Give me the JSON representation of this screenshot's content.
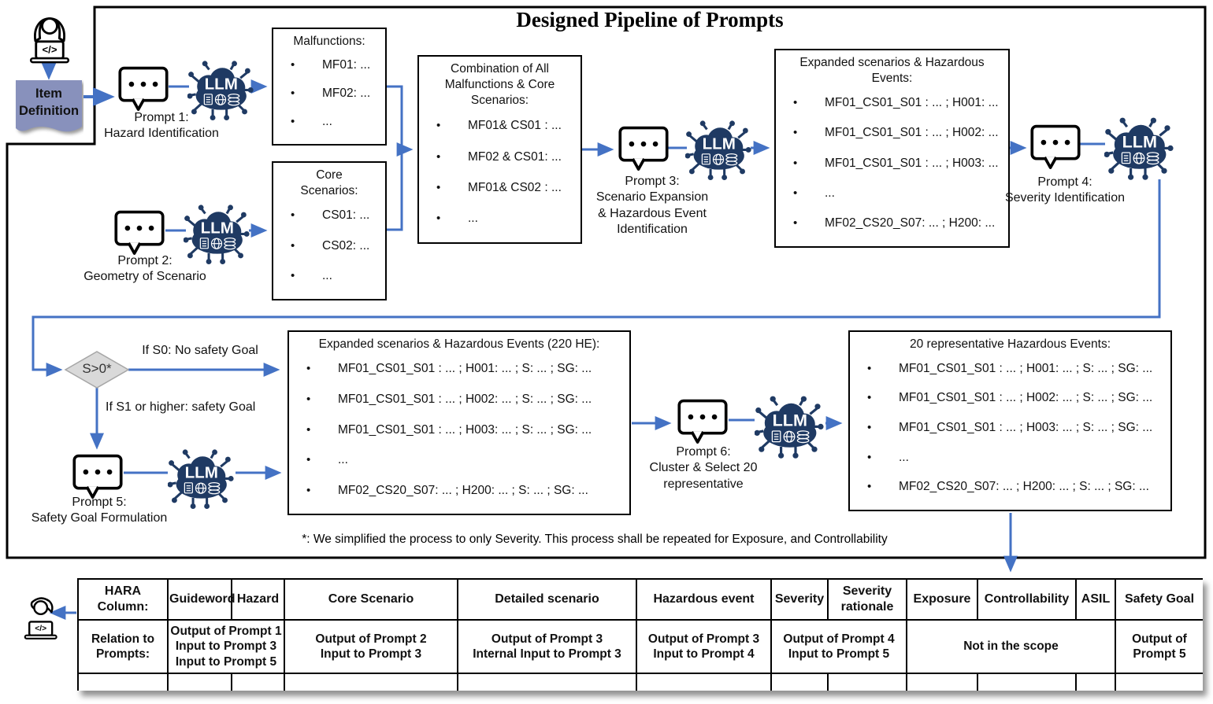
{
  "title": "Designed Pipeline of Prompts",
  "llm_label": "LLM",
  "item_definition": "Item\nDefinition",
  "prompts": {
    "p1": "Prompt 1:\nHazard Identification",
    "p2": "Prompt 2:\nGeometry of Scenario",
    "p3": "Prompt 3:\nScenario Expansion\n& Hazardous Event\nIdentification",
    "p4": "Prompt 4:\nSeverity Identification",
    "p5": "Prompt 5:\nSafety Goal Formulation",
    "p6": "Prompt 6:\nCluster & Select 20\nrepresentative"
  },
  "boxes": {
    "malfunctions": {
      "title": "Malfunctions:",
      "items": [
        "MF01: ...",
        "MF02: ...",
        "..."
      ]
    },
    "core_scenarios": {
      "title": "Core\nScenarios:",
      "items": [
        "CS01: ...",
        "CS02: ...",
        "..."
      ]
    },
    "combination": {
      "title": "Combination of All\nMalfunctions & Core\nScenarios:",
      "items": [
        "MF01& CS01 : ...",
        "MF02 & CS01: ...",
        "MF01& CS02 : ...",
        "..."
      ]
    },
    "expanded": {
      "title": "Expanded scenarios & Hazardous\nEvents:",
      "items": [
        "MF01_CS01_S01 : ... ; H001: ...",
        "MF01_CS01_S01 : ... ; H002: ...",
        "MF01_CS01_S01 : ... ; H003: ...",
        "...",
        "MF02_CS20_S07: ... ; H200: ..."
      ]
    },
    "expanded_220": {
      "title": "Expanded scenarios & Hazardous Events (220 HE):",
      "items": [
        "MF01_CS01_S01 : ... ; H001: ... ; S: ... ; SG: ...",
        "MF01_CS01_S01 : ... ; H002: ... ; S: ... ; SG: ...",
        "MF01_CS01_S01 : ... ; H003: ... ; S: ... ; SG: ...",
        "...",
        "MF02_CS20_S07: ... ; H200: ... ; S: ... ; SG: ..."
      ]
    },
    "representative_20": {
      "title": "20 representative Hazardous Events:",
      "items": [
        "MF01_CS01_S01 : ... ; H001: ... ; S: ... ; SG: ...",
        "MF01_CS01_S01 : ... ; H002: ... ; S: ... ; SG: ...",
        "MF01_CS01_S01 : ... ; H003: ... ; S: ... ; SG: ...",
        "...",
        "MF02_CS20_S07: ... ; H200: ... ; S: ... ; SG: ..."
      ]
    }
  },
  "decision": {
    "label": "S>0*",
    "branch_s0": "If S0: No safety Goal",
    "branch_s1": "If S1 or higher: safety Goal"
  },
  "footnote": "*: We simplified the process to only Severity. This process shall be repeated for Exposure, and Controllability",
  "table": {
    "corner_label": "HARA Column:",
    "row2_label": "Relation to\nPrompts:",
    "columns": [
      "Guideword",
      "Hazard",
      "Core Scenario",
      "Detailed scenario",
      "Hazardous event",
      "Severity",
      "Severity\nrationale",
      "Exposure",
      "Controllability",
      "ASIL",
      "Safety Goal"
    ],
    "relations": {
      "guideword_hazard": "Output of Prompt 1\nInput to Prompt 3\nInput to Prompt 5",
      "core_scenario": "Output of Prompt 2\nInput to Prompt 3",
      "detailed_scenario": "Output of Prompt 3\nInternal Input to Prompt 3",
      "hazardous_event": "Output of Prompt 3\nInput to Prompt 4",
      "severity": "Output of Prompt 4\nInput to Prompt 5",
      "exposure_controllability_asil": "Not in the scope",
      "safety_goal": "Output of\nPrompt 5"
    }
  },
  "icons": {
    "llm": "llm-cloud-icon",
    "prompt_bubble": "chat-bubble-icon",
    "engineer_top": "engineer-at-laptop-icon",
    "engineer_bottom": "analyst-at-laptop-icon",
    "item_definition_doc": "document-icon",
    "code_glyph": "</>"
  },
  "colors": {
    "arrow": "#4472C4",
    "llm_cloud": "#1F3A63",
    "item_definition_fill": "#8891BC",
    "diamond_fill": "#D9D9D9",
    "diamond_border": "#A6A6A6"
  }
}
